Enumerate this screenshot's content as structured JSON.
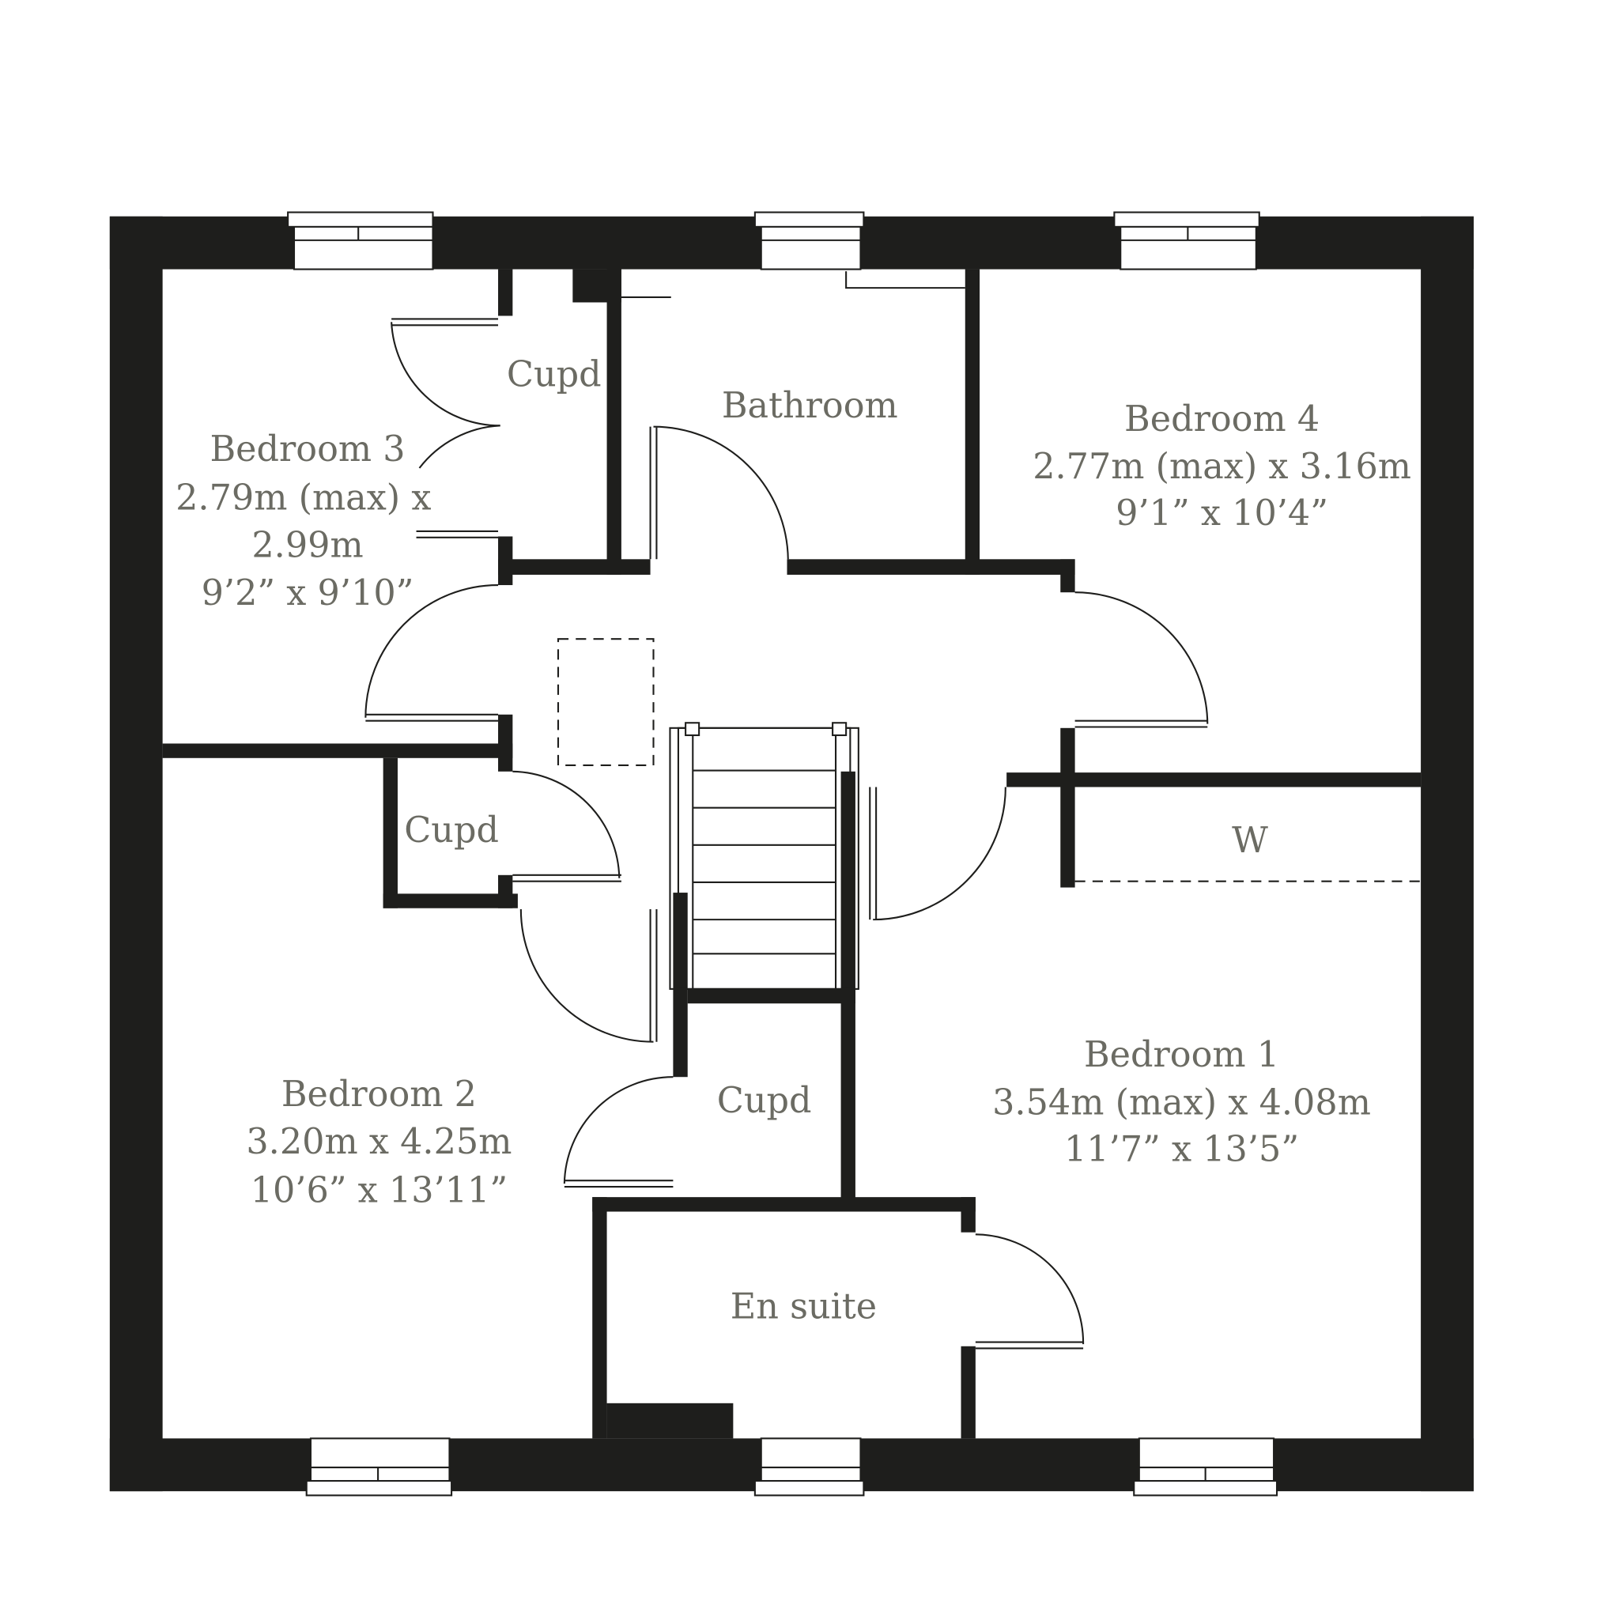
{
  "rooms": {
    "bedroom3": {
      "name": "Bedroom 3",
      "line1": "2.79m (max) x",
      "line2": "2.99m",
      "imperial": "9’2” x 9’10”"
    },
    "cupd_top": {
      "name": "Cupd"
    },
    "bathroom": {
      "name": "Bathroom"
    },
    "bedroom4": {
      "name": "Bedroom 4",
      "metric": "2.77m (max) x 3.16m",
      "imperial": "9’1” x 10’4”"
    },
    "cupd_left": {
      "name": "Cupd"
    },
    "wardrobe": {
      "name": "W"
    },
    "bedroom2": {
      "name": "Bedroom 2",
      "metric": "3.20m x 4.25m",
      "imperial": "10’6” x 13’11”"
    },
    "cupd_center": {
      "name": "Cupd"
    },
    "bedroom1": {
      "name": "Bedroom 1",
      "metric": "3.54m (max) x 4.08m",
      "imperial": "11’7” x 13’5”"
    },
    "ensuite": {
      "name": "En suite"
    }
  },
  "colors": {
    "wall": "#1e1e1c",
    "label": "#6b6b63"
  }
}
